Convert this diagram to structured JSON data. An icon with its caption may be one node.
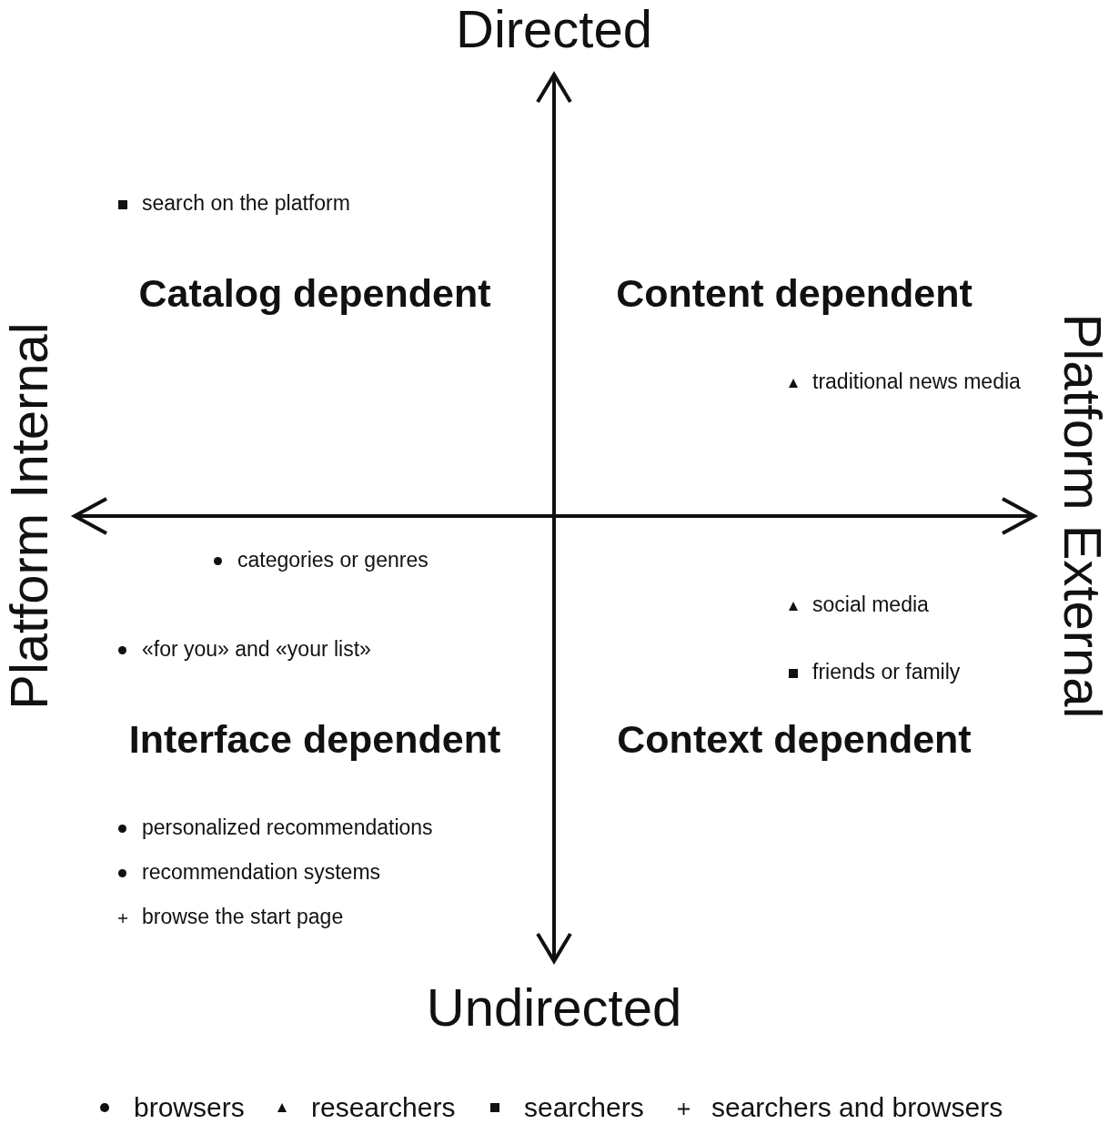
{
  "diagram": {
    "labels": [
      "Directed",
      "search on the platform",
      "Catalog dependent",
      "Content dependent",
      "Platform Internal",
      "traditional news media",
      "Platform External",
      "categories or genres",
      "social media",
      "«for you» and «your list»",
      "friends or family",
      "Interface dependent",
      "Context dependent",
      "personalized recommendations",
      "recommendation systems",
      "browse the start page",
      "Undirected"
    ],
    "legend": [
      {
        "text": "browsers"
      },
      {
        "text": "researchers"
      },
      {
        "text": "searchers"
      },
      {
        "text": "searchers and browsers"
      }
    ]
  }
}
